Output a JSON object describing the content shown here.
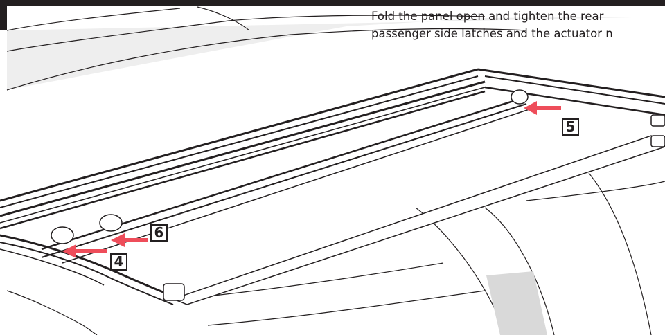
{
  "instruction": {
    "line1": "Fold the panel open and tighten the rear",
    "line2": "passenger side latches and the actuator n"
  },
  "callouts": [
    {
      "label": "4"
    },
    {
      "label": "5"
    },
    {
      "label": "6"
    }
  ],
  "colors": {
    "arrow": "#ee4d5a",
    "line": "#231f20",
    "bar": "#231f20",
    "bed_shade": "#d9d9d9"
  }
}
